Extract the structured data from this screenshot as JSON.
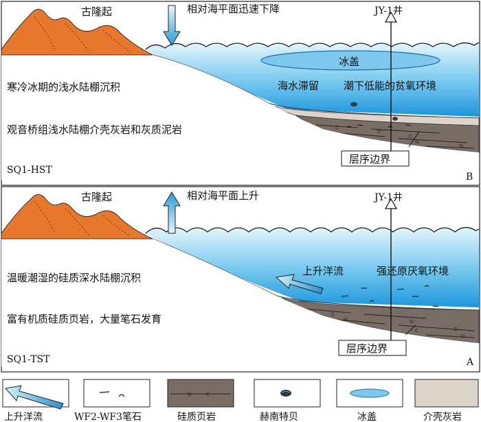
{
  "panel_b": {
    "uplift_label": "古隆起",
    "sea_level_label": "相对海平面迅速下降",
    "well_label": "JY-1井",
    "ice_label": "冰盖",
    "stagnant_label": "海水滞留",
    "env_label": "潮下低能的贫氧环境",
    "depo_label": "寒冷冰期的浅水陆棚沉积",
    "litho_label": "观音桥组浅水陆棚介壳灰岩和灰质泥岩",
    "seq_label": "SQ1-HST",
    "boundary_label": "层序边界",
    "panel_letter": "B"
  },
  "panel_a": {
    "uplift_label": "古隆起",
    "sea_level_label": "相对海平面上升",
    "well_label": "JY-1井",
    "upwelling_label": "上升洋流",
    "env_label": "强还原厌氧环境",
    "depo_label": "温暖潮湿的硅质深水陆棚沉积",
    "litho_label": "富有机质硅质页岩，大量笔石发育",
    "seq_label": "SQ1-TST",
    "boundary_label": "层序边界",
    "panel_letter": "A"
  },
  "rock_marks": {
    "si": "Si",
    "c": "C"
  },
  "legend": [
    {
      "name": "upwelling",
      "label": "上升洋流"
    },
    {
      "name": "graptolite",
      "label": "WF2-WF3笔石"
    },
    {
      "name": "siliceous-shale",
      "label": "硅质页岩"
    },
    {
      "name": "hirnantia",
      "label": "赫南特贝"
    },
    {
      "name": "ice-sheet",
      "label": "冰盖"
    },
    {
      "name": "shell-limestone",
      "label": "介壳灰岩"
    }
  ],
  "colors": {
    "uplift": "#e8772e",
    "water_top": "#d9f1fb",
    "water_bottom": "#1f9be0",
    "shale": "#7a6d66",
    "shell_limestone": "#ddd4cb",
    "arrow": "#3aa6d8"
  }
}
